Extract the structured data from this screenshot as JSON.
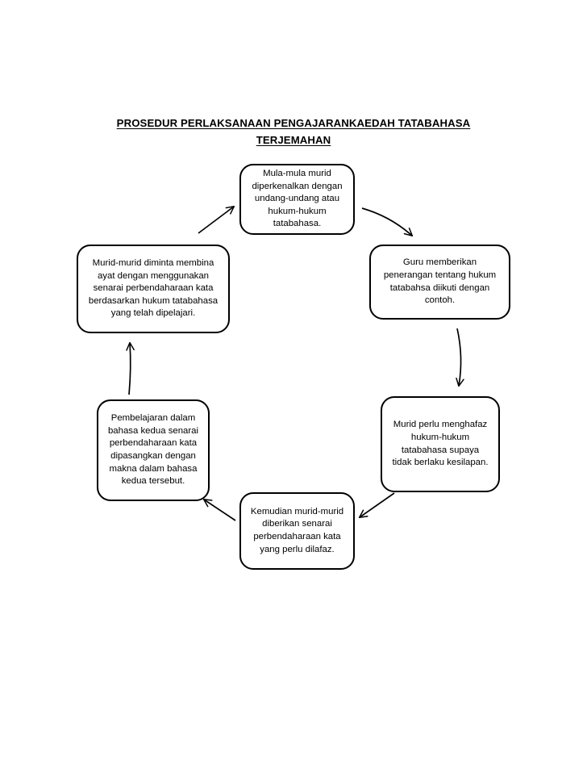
{
  "title": {
    "line1": "PROSEDUR PERLAKSANAAN PENGAJARANKAEDAH TATABAHASA",
    "line2": "TERJEMAHAN"
  },
  "diagram": {
    "type": "cycle-flowchart",
    "direction": "clockwise",
    "node_count": 6,
    "shape": "rounded-rectangle",
    "border_color": "#000000",
    "fill_color": "#ffffff",
    "nodes": [
      {
        "id": "node-1",
        "order": 1,
        "position": "top-center",
        "text": "Mula-mula murid\ndiperkenalkan dengan\nundang-undang atau\nhukum-hukum\ntatabahasa."
      },
      {
        "id": "node-2",
        "order": 2,
        "position": "right-upper",
        "text": "Guru memberikan\npenerangan tentang hukum\ntatabahsa diikuti dengan\ncontoh."
      },
      {
        "id": "node-3",
        "order": 3,
        "position": "right-lower",
        "text": "Murid perlu menghafaz\nhukum-hukum\ntatabahasa supaya\ntidak berlaku kesilapan."
      },
      {
        "id": "node-4",
        "order": 4,
        "position": "bottom-center",
        "text": "Kemudian murid-murid\ndiberikan senarai\nperbendaharaan kata\nyang perlu dilafaz."
      },
      {
        "id": "node-5",
        "order": 5,
        "position": "left-lower",
        "text": "Pembelajaran dalam\nbahasa kedua senarai\nperbendaharaan kata\ndipasangkan dengan\nmakna dalam bahasa\nkedua tersebut."
      },
      {
        "id": "node-6",
        "order": 6,
        "position": "left-upper",
        "text": "Murid-murid diminta membina\nayat dengan menggunakan\nsenarai perbendaharaan kata\nberdasarkan hukum tatabahasa\nyang telah dipelajari."
      }
    ],
    "arrows": [
      {
        "id": "arrow-1-2",
        "from": "node-1",
        "to": "node-2",
        "style": "curved",
        "direction": "down-right"
      },
      {
        "id": "arrow-2-3",
        "from": "node-2",
        "to": "node-3",
        "style": "curved",
        "direction": "down"
      },
      {
        "id": "arrow-3-4",
        "from": "node-3",
        "to": "node-4",
        "style": "straight",
        "direction": "down-left"
      },
      {
        "id": "arrow-4-5",
        "from": "node-4",
        "to": "node-5",
        "style": "straight",
        "direction": "up-left"
      },
      {
        "id": "arrow-5-6",
        "from": "node-5",
        "to": "node-6",
        "style": "curved",
        "direction": "up"
      },
      {
        "id": "arrow-6-1",
        "from": "node-6",
        "to": "node-1",
        "style": "straight",
        "direction": "up-right"
      }
    ]
  }
}
